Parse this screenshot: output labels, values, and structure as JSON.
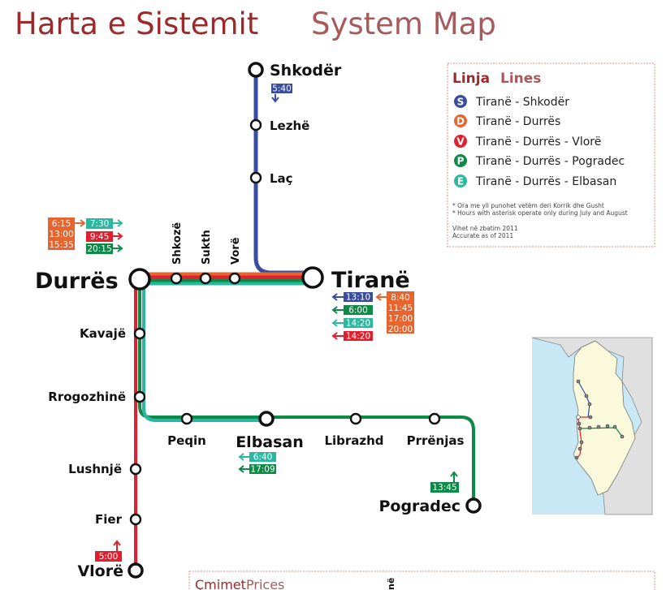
{
  "title": {
    "albanian": "Harta e Sistemit",
    "english": "System Map"
  },
  "colors": {
    "S": "#3a4ca0",
    "D": "#e8642e",
    "V": "#e0202e",
    "P": "#0d8a45",
    "E": "#2ab8a0",
    "title": "#9b2a2a"
  },
  "stations": {
    "shkoder": "Shkodër",
    "lezhe": "Lezhë",
    "lac": "Laç",
    "tirane": "Tiranë",
    "durres": "Durrës",
    "shkoze": "Shkozë",
    "sukth": "Sukth",
    "vore": "Vorë",
    "kavaje": "Kavajë",
    "rrogozhine": "Rrogozhinë",
    "lushnje": "Lushnjë",
    "fier": "Fier",
    "vlore": "Vlorë",
    "peqin": "Peqin",
    "elbasan": "Elbasan",
    "librazhd": "Librazhd",
    "prrenjas": "Prrënjas",
    "pogradec": "Pogradec"
  },
  "departures": {
    "shkoder": {
      "S": "5:40"
    },
    "durres": {
      "D": [
        "6:15",
        "13:00",
        "15:35"
      ],
      "E": "7:30",
      "V": "9:45",
      "P": "20:15"
    },
    "tirane": {
      "S": "13:10",
      "P": "6:00",
      "E": "14:20",
      "V": "14:20",
      "D": [
        "8:40",
        "11:45",
        "17:00",
        "20:00"
      ]
    },
    "elbasan": {
      "E": "6:40",
      "P": "17:09"
    },
    "pogradec": {
      "P": "13:45"
    },
    "vlore": {
      "V": "5:00"
    }
  },
  "legend": {
    "heading_al": "Linja",
    "heading_en": "Lines",
    "items": [
      {
        "code": "S",
        "label": "Tiranë - Shkodër"
      },
      {
        "code": "D",
        "label": "Tiranë - Durrës"
      },
      {
        "code": "V",
        "label": "Tiranë - Durrës - Vlorë"
      },
      {
        "code": "P",
        "label": "Tiranë - Durrës - Pogradec"
      },
      {
        "code": "E",
        "label": "Tiranë - Durrës - Elbasan"
      }
    ],
    "note_al": "* Ora me yll punohet vetëm deri Korrik dhe Gusht",
    "note_en": "* Hours with asterisk operate only during July and August",
    "valid_al": "Vihet në zbatim 2011",
    "valid_en": "Accurate as of 2011"
  },
  "prices": {
    "heading_al": "Çmimet",
    "heading_en": "Prices",
    "column_fragment": " në"
  }
}
